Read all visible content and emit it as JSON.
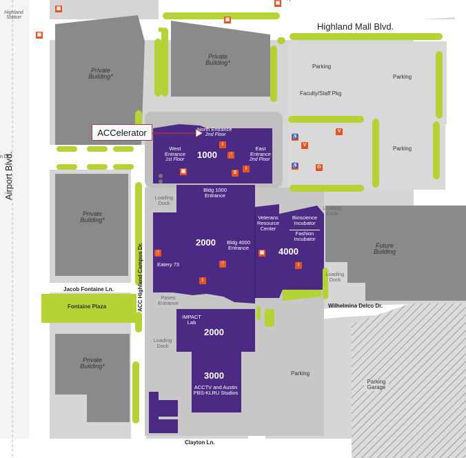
{
  "roads": {
    "highland_mall": "Highland Mall Blvd.",
    "airport": "Airport Blvd.",
    "jacob_fontaine": "Jacob Fontaine Ln.",
    "wilhelmina": "Wilhelmina Delco Dr.",
    "clayton": "Clayton Ln.",
    "campus_dr": "ACC Highland Campus Dr.",
    "highland_station": "Highland Station",
    "dr_fragment": "n Dr.",
    "top_fragment": "Jo"
  },
  "buildings": {
    "private": "Private Building*",
    "future": "Future Building",
    "fontaine_plaza": "Fontaine Plaza",
    "parking_garage": "Parking Garage"
  },
  "parking": {
    "parking": "Parking",
    "faculty_staff": "Faculty/Staff Pkg"
  },
  "campus": {
    "bldg_1000": "1000",
    "bldg_2000": "2000",
    "bldg_4000": "4000",
    "bldg_2000_south": "2000",
    "bldg_3000": "3000",
    "north_entrance": "North Entrance",
    "north_floor": "2nd Floor",
    "west_entrance": "West Entrance",
    "west_floor": "1st Floor",
    "east_entrance": "East Entrance",
    "east_floor": "2nd Floor",
    "bldg1000_entrance": "Bldg 1000 Entrance",
    "bldg4000_entrance": "Bldg 4000 Entrance",
    "veterans_center": "Veterans Resource Center",
    "bioscience": "Bioscience Incubator",
    "fashion": "Fashion Incubator",
    "eatery": "Eatery 73",
    "impact_lab": "IMPACT Lab",
    "acctv": "ACCTV and Austin PBS-KLRU Studios",
    "loading_dock": "Loading Dock",
    "paseo_entrance": "Paseo Entrance"
  },
  "callout": {
    "label": "ACCelerator"
  },
  "icons": {
    "accessible": "♿",
    "visitor": "V",
    "guest": "G",
    "info": "i",
    "dining": "🍴",
    "bus": "▣",
    "s": "S"
  },
  "colors": {
    "purple": "#4b2a83",
    "green": "#b5d334",
    "gray_building": "#8a8a8b",
    "orange_icon": "#e8521f"
  }
}
